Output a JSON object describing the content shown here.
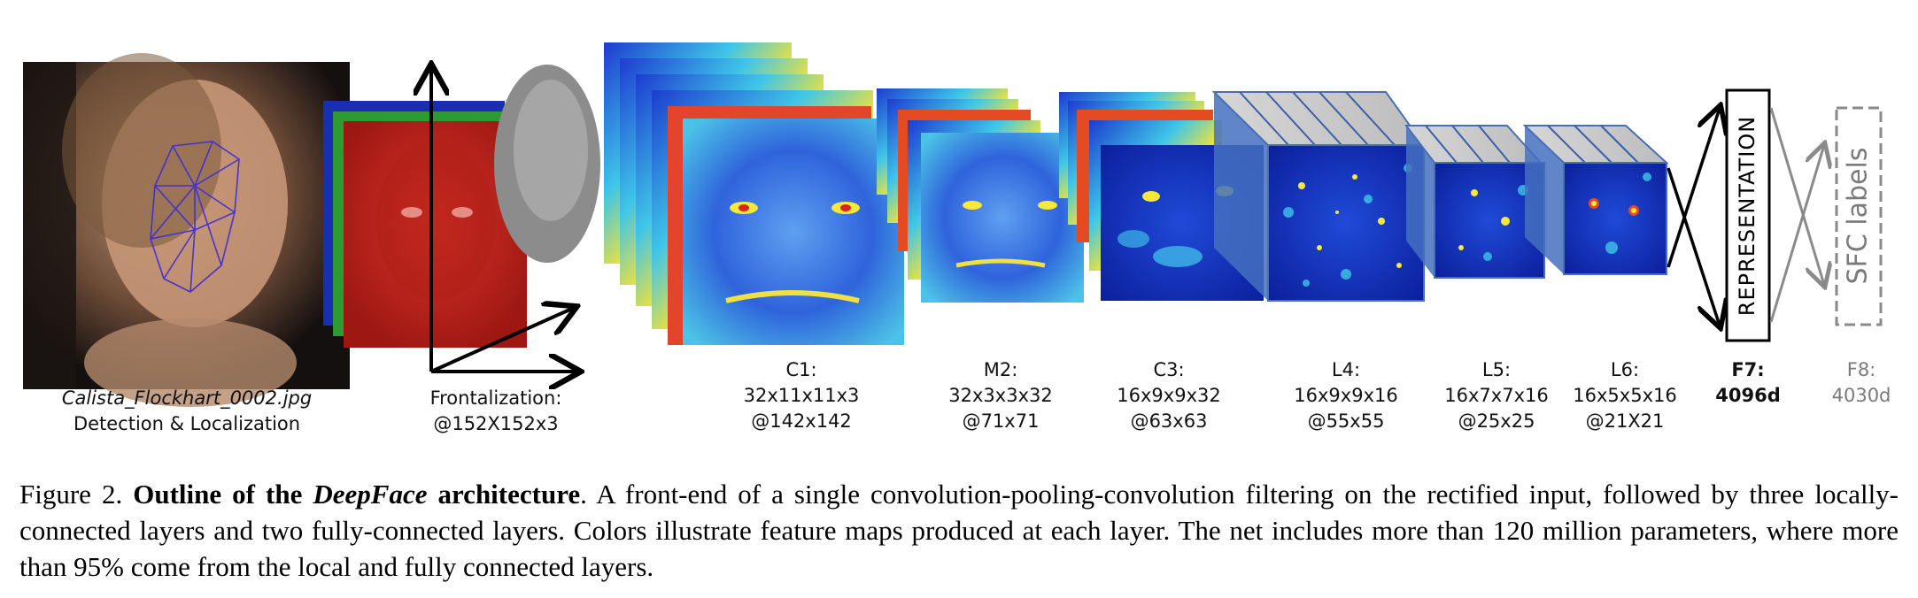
{
  "input": {
    "filename": "Calista_Flockhart_0002.jpg",
    "stage_label": "Detection & Localization"
  },
  "frontalization": {
    "name": "Frontalization:",
    "size": "@152X152x3"
  },
  "layers": [
    {
      "name": "C1:",
      "spec": "32x11x11x3",
      "size": "@142x142"
    },
    {
      "name": "M2:",
      "spec": "32x3x3x32",
      "size": "@71x71"
    },
    {
      "name": "C3:",
      "spec": "16x9x9x32",
      "size": "@63x63"
    },
    {
      "name": "L4:",
      "spec": "16x9x9x16",
      "size": "@55x55"
    },
    {
      "name": "L5:",
      "spec": "16x7x7x16",
      "size": "@25x25"
    },
    {
      "name": "L6:",
      "spec": "16x5x5x16",
      "size": "@21X21"
    }
  ],
  "fc": {
    "f7_name": "F7:",
    "f7_size": "4096d",
    "f7_box": "REPRESENTATION",
    "f8_name": "F8:",
    "f8_size": "4030d",
    "f8_box": "SFC labels"
  },
  "caption": {
    "figure_number": "Figure 2.",
    "title_prefix": "Outline of the ",
    "title_name": "DeepFace",
    "title_suffix": " architecture",
    "body": ". A front-end of a single convolution-pooling-convolution filtering on the rectified input, followed by three locally-connected layers and two fully-connected layers. Colors illustrate feature maps produced at each layer. The net includes more than 120 million parameters, where more than 95% come from the local and fully connected layers."
  },
  "colors": {
    "face_red": "#c0211b",
    "feature_blue": "#1d3fc8",
    "fc_gray": "#8a8a8a"
  }
}
